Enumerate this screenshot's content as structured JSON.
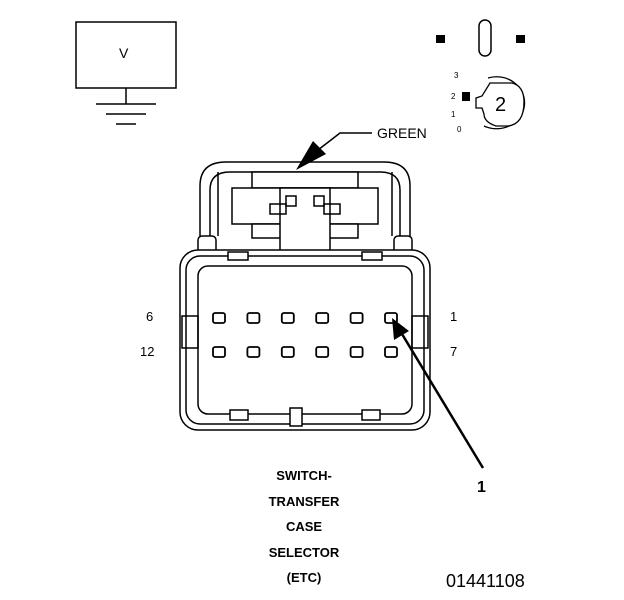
{
  "meter": {
    "label": "V"
  },
  "selector_icon": {
    "position_labels": [
      "3",
      "2",
      "1",
      "0"
    ],
    "selected": "2"
  },
  "connector": {
    "color_label": "GREEN",
    "pin_labels": {
      "top_left": "6",
      "top_right": "1",
      "bottom_left": "12",
      "bottom_right": "7"
    },
    "callout": "1",
    "pin_rows": 2,
    "pins_per_row": 6
  },
  "caption": [
    "SWITCH-",
    "TRANSFER",
    "CASE",
    "SELECTOR",
    "(ETC)"
  ],
  "figure_id": "01441108"
}
